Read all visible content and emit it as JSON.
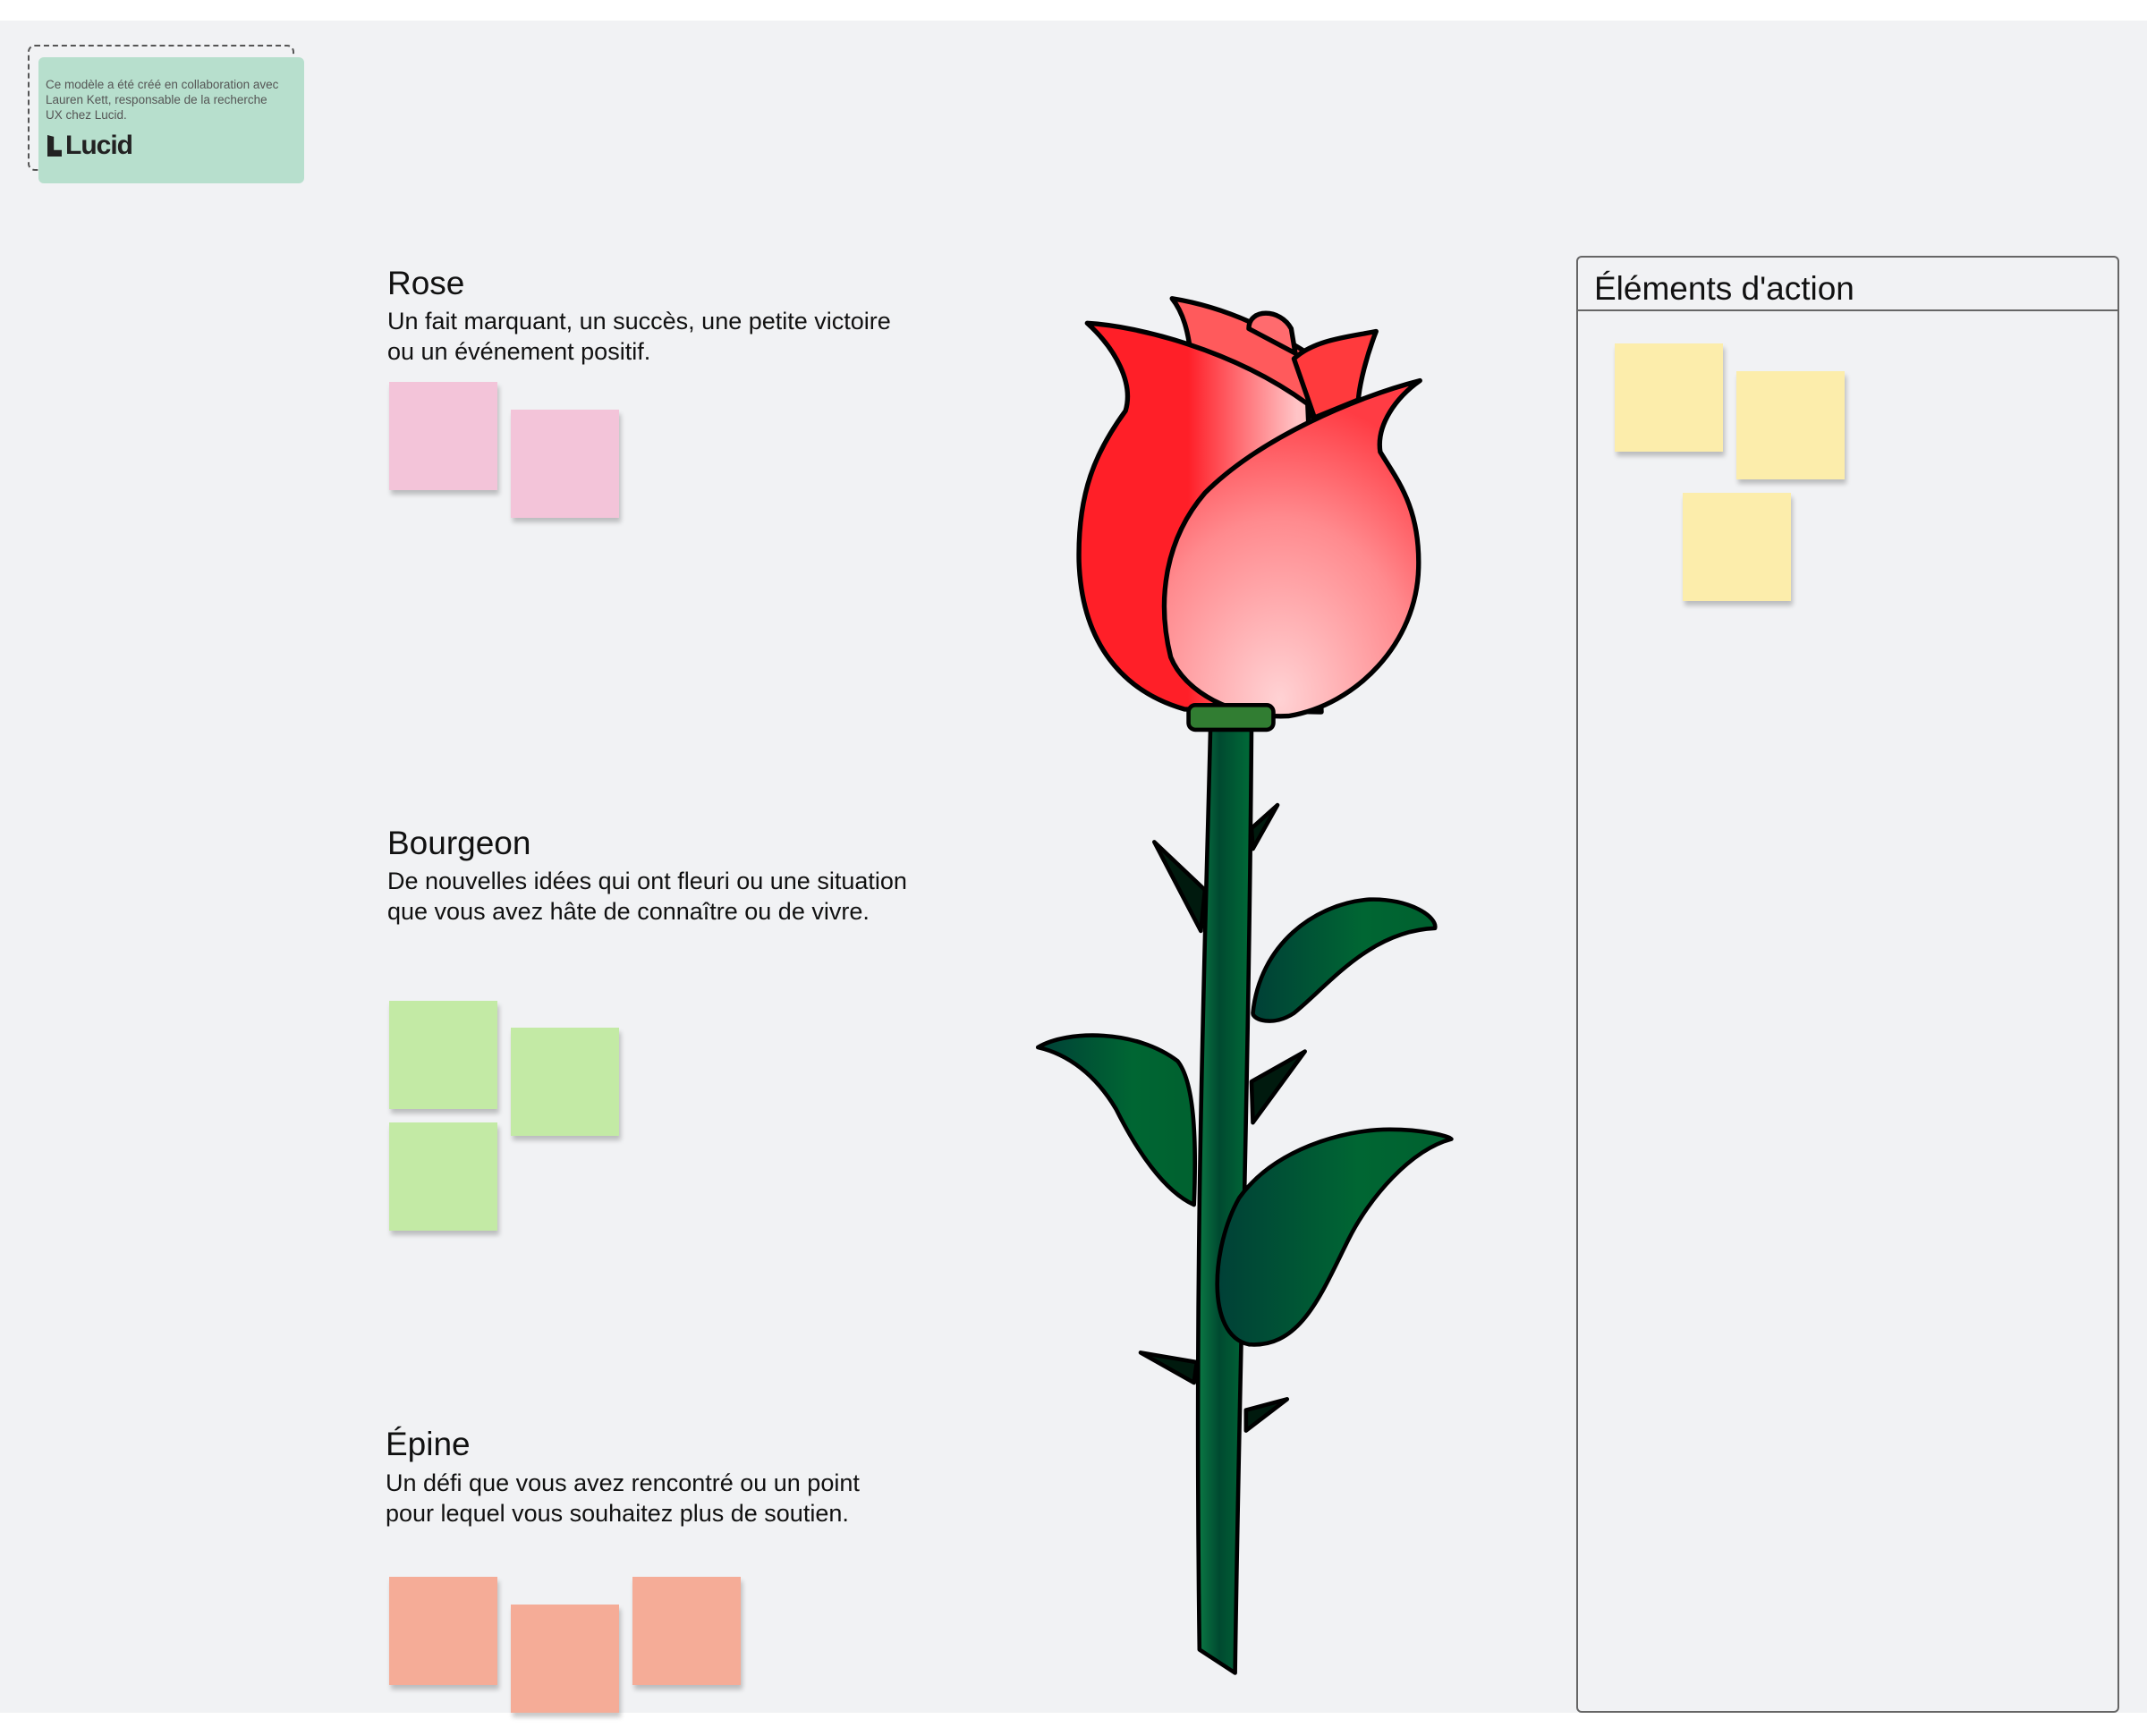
{
  "credit": {
    "text": "Ce modèle a été créé en collaboration avec Lauren Kett, responsable de la recherche UX chez Lucid.",
    "logo": "Lucid"
  },
  "sections": [
    {
      "title": "Rose",
      "description": "Un fait marquant, un succès, une petite victoire ou un événement positif.",
      "note_color": "#f3c4d9"
    },
    {
      "title": "Bourgeon",
      "description": "De nouvelles idées qui ont fleuri ou une situation que vous avez hâte de connaître ou de vivre.",
      "note_color": "#c3eaa5"
    },
    {
      "title": "Épine",
      "description": "Un défi que vous avez rencontré ou un point pour lequel vous souhaitez plus de soutien.",
      "note_color": "#f5ac97"
    }
  ],
  "actions": {
    "title": "Éléments d'action",
    "note_color": "#fcedab"
  }
}
